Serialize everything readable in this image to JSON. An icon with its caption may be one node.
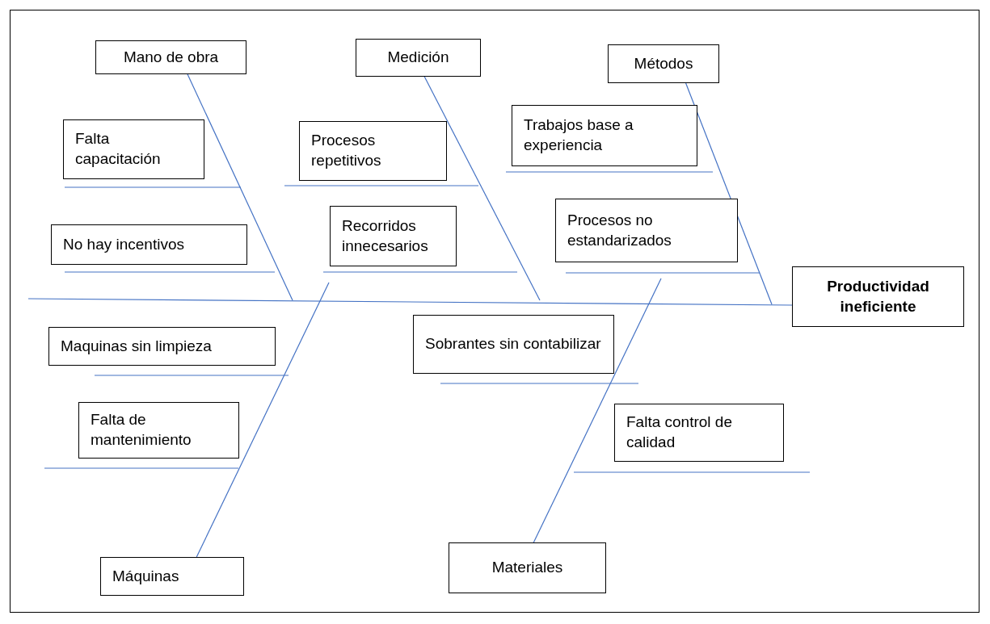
{
  "diagram": {
    "nodes": [
      {
        "text": [
          "Mano de obra"
        ]
      },
      {
        "text": [
          "Medición"
        ]
      },
      {
        "text": [
          "Métodos"
        ]
      },
      {
        "text": [
          "Falta capacitación"
        ]
      },
      {
        "text": [
          "Procesos repetitivos"
        ]
      },
      {
        "text": [
          "Trabajos base a experiencia"
        ]
      },
      {
        "text": [
          "No hay incentivos"
        ]
      },
      {
        "text": [
          "Recorridos innecesarios"
        ]
      },
      {
        "text": [
          "Procesos no estandarizados"
        ]
      },
      {
        "text": [
          "Productividad ineficiente"
        ]
      },
      {
        "text": [
          "Maquinas sin limpieza"
        ]
      },
      {
        "text": [
          "Sobrantes sin contabilizar"
        ]
      },
      {
        "text": [
          "Falta de mantenimiento"
        ]
      },
      {
        "text": [
          "Falta control de calidad"
        ]
      },
      {
        "text": [
          "Máquinas"
        ]
      },
      {
        "text": [
          "Materiales"
        ]
      }
    ],
    "edges": [
      {
        "from": null,
        "to": 9,
        "arrow": "none"
      },
      {
        "from": 0,
        "to": null,
        "arrow": "none"
      },
      {
        "from": 1,
        "to": null,
        "arrow": "none"
      },
      {
        "from": 2,
        "to": null,
        "arrow": "none"
      },
      {
        "from": 14,
        "to": null,
        "arrow": "none"
      },
      {
        "from": 15,
        "to": null,
        "arrow": "none"
      }
    ]
  }
}
